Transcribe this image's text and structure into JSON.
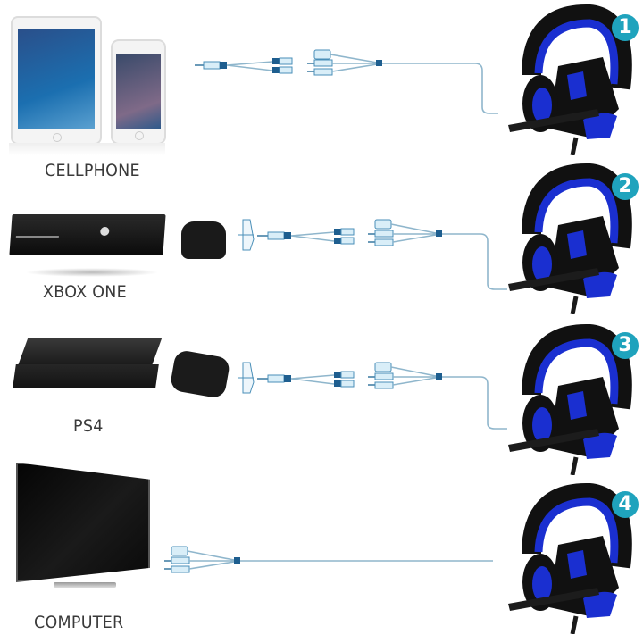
{
  "rows": [
    {
      "label": "CELLPHONE",
      "badge": "1",
      "devices": [
        "tablet",
        "smartphone"
      ],
      "adapters": [
        "3.5mm-to-dual-splitter",
        "usb-and-dual-3.5mm-cable"
      ]
    },
    {
      "label": "XBOX ONE",
      "badge": "2",
      "devices": [
        "xbox-one-console",
        "xbox-controller-with-chatpad"
      ],
      "adapters": [
        "controller-adapter",
        "3.5mm-to-dual-splitter",
        "usb-and-dual-3.5mm-cable"
      ]
    },
    {
      "label": "PS4",
      "badge": "3",
      "devices": [
        "ps4-console",
        "ps4-controller-with-chatpad"
      ],
      "adapters": [
        "controller-adapter",
        "3.5mm-to-dual-splitter",
        "usb-and-dual-3.5mm-cable"
      ]
    },
    {
      "label": "COMPUTER",
      "badge": "4",
      "devices": [
        "computer-monitor"
      ],
      "adapters": [
        "usb-and-dual-3.5mm-cable"
      ]
    }
  ],
  "colors": {
    "cable": "#8fb6cc",
    "plug_dark": "#1e5e8f",
    "badge": "#1fa3bd",
    "headset_accent": "#1a2fd0",
    "headset_body": "#111111",
    "label_text": "#3a3a3a"
  }
}
